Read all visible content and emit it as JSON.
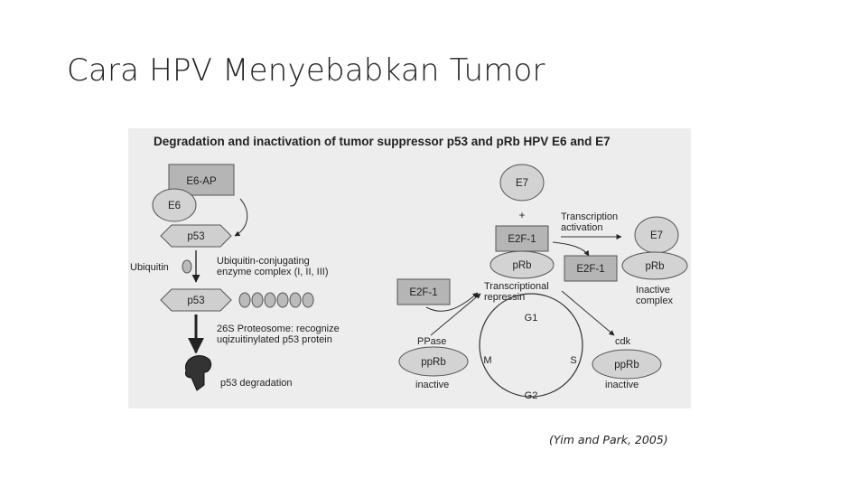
{
  "slide": {
    "title": "Cara HPV Menyebabkan Tumor",
    "citation": "(Yim and Park, 2005)"
  },
  "diagram": {
    "header": "Degradation and inactivation of tumor suppressor p53 and pRb HPV E6 and E7",
    "left": {
      "e6ap": "E6-AP",
      "e6": "E6",
      "p53_top": "p53",
      "ubiquitin": "Ubiquitin",
      "conj_line1": "Ubiquitin-conjugating",
      "conj_line2": "enzyme complex (I, II, III)",
      "p53_mid": "p53",
      "proteasome_line1": "26S Proteosome: recognize",
      "proteasome_line2": "uqizuitinylated p53 protein",
      "degradation": "p53 degradation"
    },
    "right": {
      "e7_top": "E7",
      "plus": "+",
      "e2f1_top": "E2F-1",
      "prb_top": "pRb",
      "transcription_line1": "Transcription",
      "transcription_line2": "activation",
      "e7_complex": "E7",
      "e2f1_free": "E2F-1",
      "prb_complex": "pRb",
      "inactive_complex_line1": "Inactive",
      "inactive_complex_line2": "complex",
      "e2f1_left": "E2F-1",
      "repression_line1": "Transcriptional",
      "repression_line2": "repressin",
      "g1": "G1",
      "m": "M",
      "s": "S",
      "g2": "G2",
      "ppase": "PPase",
      "pprb_left": "ppRb",
      "inactive_left": "inactive",
      "cdk": "cdk",
      "pprb_right": "ppRb",
      "inactive_right": "inactive"
    }
  }
}
